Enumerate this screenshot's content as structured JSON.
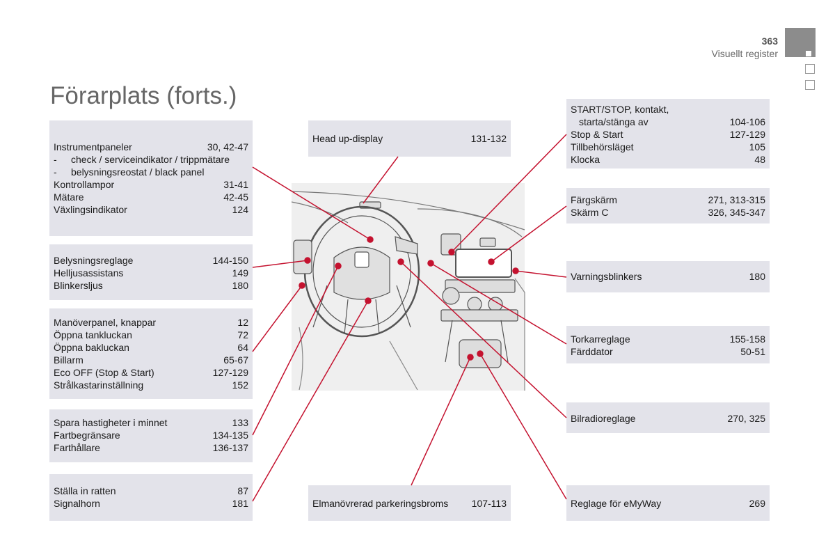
{
  "header": {
    "page_number": "363",
    "section": "Visuellt register"
  },
  "title": "Förarplats (forts.)",
  "left_boxes": [
    {
      "rows": [
        {
          "label": "Instrumentpaneler",
          "page": "30, 42-47"
        },
        {
          "label": "check / serviceindikator / trippmätare",
          "dash": "-"
        },
        {
          "label": "belysningsreostat / black panel",
          "dash": "-"
        },
        {
          "label": "Kontrollampor",
          "page": "31-41"
        },
        {
          "label": "Mätare",
          "page": "42-45"
        },
        {
          "label": "Växlingsindikator",
          "page": "124"
        }
      ]
    },
    {
      "rows": [
        {
          "label": "Belysningsreglage",
          "page": "144-150"
        },
        {
          "label": "Helljusassistans",
          "page": "149"
        },
        {
          "label": "Blinkersljus",
          "page": "180"
        }
      ]
    },
    {
      "rows": [
        {
          "label": "Manöverpanel, knappar",
          "page": "12"
        },
        {
          "label": "Öppna tankluckan",
          "page": "72"
        },
        {
          "label": "Öppna bakluckan",
          "page": "64"
        },
        {
          "label": "Billarm",
          "page": "65-67"
        },
        {
          "label": "Eco OFF (Stop & Start)",
          "page": "127-129"
        },
        {
          "label": "Strålkastarinställning",
          "page": "152"
        }
      ]
    },
    {
      "rows": [
        {
          "label": "Spara hastigheter i minnet",
          "page": "133"
        },
        {
          "label": "Fartbegränsare",
          "page": "134-135"
        },
        {
          "label": "Farthållare",
          "page": "136-137"
        }
      ]
    },
    {
      "rows": [
        {
          "label": "Ställa in ratten",
          "page": "87"
        },
        {
          "label": "Signalhorn",
          "page": "181"
        }
      ]
    }
  ],
  "center_boxes": [
    {
      "rows": [
        {
          "label": "Head up-display",
          "page": "131-132"
        }
      ]
    },
    {
      "rows": [
        {
          "label": "Elmanövrerad parkeringsbroms",
          "page": "107-113"
        }
      ]
    }
  ],
  "right_boxes": [
    {
      "rows": [
        {
          "label": "START/STOP, kontakt,",
          "page": ""
        },
        {
          "label": "starta/stänga av",
          "page": "104-106",
          "indent": true
        },
        {
          "label": "Stop & Start",
          "page": "127-129"
        },
        {
          "label": "Tillbehörsläget",
          "page": "105"
        },
        {
          "label": "Klocka",
          "page": "48"
        }
      ]
    },
    {
      "rows": [
        {
          "label": "Färgskärm",
          "page": "271, 313-315"
        },
        {
          "label": "Skärm C",
          "page": "326, 345-347"
        }
      ]
    },
    {
      "rows": [
        {
          "label": "Varningsblinkers",
          "page": "180"
        }
      ]
    },
    {
      "rows": [
        {
          "label": "Torkarreglage",
          "page": "155-158"
        },
        {
          "label": "Färddator",
          "page": "50-51"
        }
      ]
    },
    {
      "rows": [
        {
          "label": "Bilradioreglage",
          "page": "270, 325"
        }
      ]
    },
    {
      "rows": [
        {
          "label": "Reglage för eMyWay",
          "page": "269"
        }
      ]
    }
  ],
  "colors": {
    "leader_line": "#c4122f",
    "box_bg": "#e3e3ea",
    "tab_gray": "#8c8c8c"
  }
}
